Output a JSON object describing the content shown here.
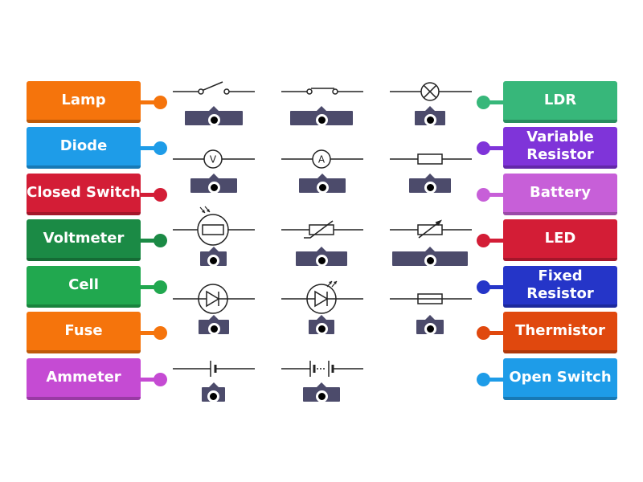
{
  "left_labels": [
    {
      "text": "Lamp",
      "color": "#f5740c"
    },
    {
      "text": "Diode",
      "color": "#1e9ce8"
    },
    {
      "text": "Closed Switch",
      "color": "#d31d36"
    },
    {
      "text": "Voltmeter",
      "color": "#1b8a45"
    },
    {
      "text": "Cell",
      "color": "#21a84f"
    },
    {
      "text": "Fuse",
      "color": "#f5740c"
    },
    {
      "text": "Ammeter",
      "color": "#c54bd3"
    }
  ],
  "right_labels": [
    {
      "text": "LDR",
      "color": "#37b77a"
    },
    {
      "text": "Variable\nResistor",
      "color": "#7f34d9"
    },
    {
      "text": "Battery",
      "color": "#c75fd8"
    },
    {
      "text": "LED",
      "color": "#d31d36"
    },
    {
      "text": "Fixed\nResistor",
      "color": "#2535c8"
    },
    {
      "text": "Thermistor",
      "color": "#e0480e"
    },
    {
      "text": "Open Switch",
      "color": "#1e9ce8"
    }
  ],
  "symbols": [
    {
      "name": "open-switch-symbol"
    },
    {
      "name": "closed-switch-symbol"
    },
    {
      "name": "lamp-symbol"
    },
    {
      "name": "voltmeter-symbol",
      "text": "V"
    },
    {
      "name": "ammeter-symbol",
      "text": "A"
    },
    {
      "name": "fixed-resistor-symbol"
    },
    {
      "name": "ldr-symbol"
    },
    {
      "name": "thermistor-symbol"
    },
    {
      "name": "variable-resistor-symbol"
    },
    {
      "name": "diode-symbol"
    },
    {
      "name": "led-symbol"
    },
    {
      "name": "fuse-symbol"
    },
    {
      "name": "cell-symbol"
    },
    {
      "name": "battery-symbol"
    }
  ],
  "drop_target_color": "#4c4b6b"
}
